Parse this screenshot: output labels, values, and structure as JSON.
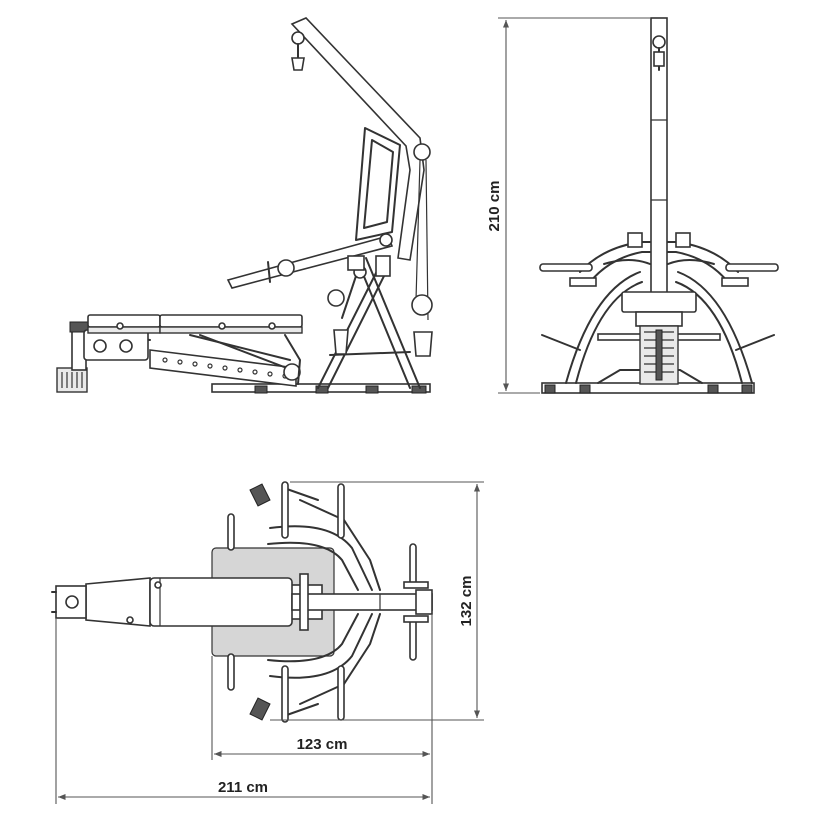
{
  "dimensions": {
    "height": "210 cm",
    "depth": "132 cm",
    "width_short": "123 cm",
    "width_total": "211 cm"
  },
  "views": [
    "side-view",
    "front-view",
    "top-view"
  ],
  "colors": {
    "line": "#333333",
    "background": "#ffffff",
    "tread": "#d6d6d6"
  }
}
